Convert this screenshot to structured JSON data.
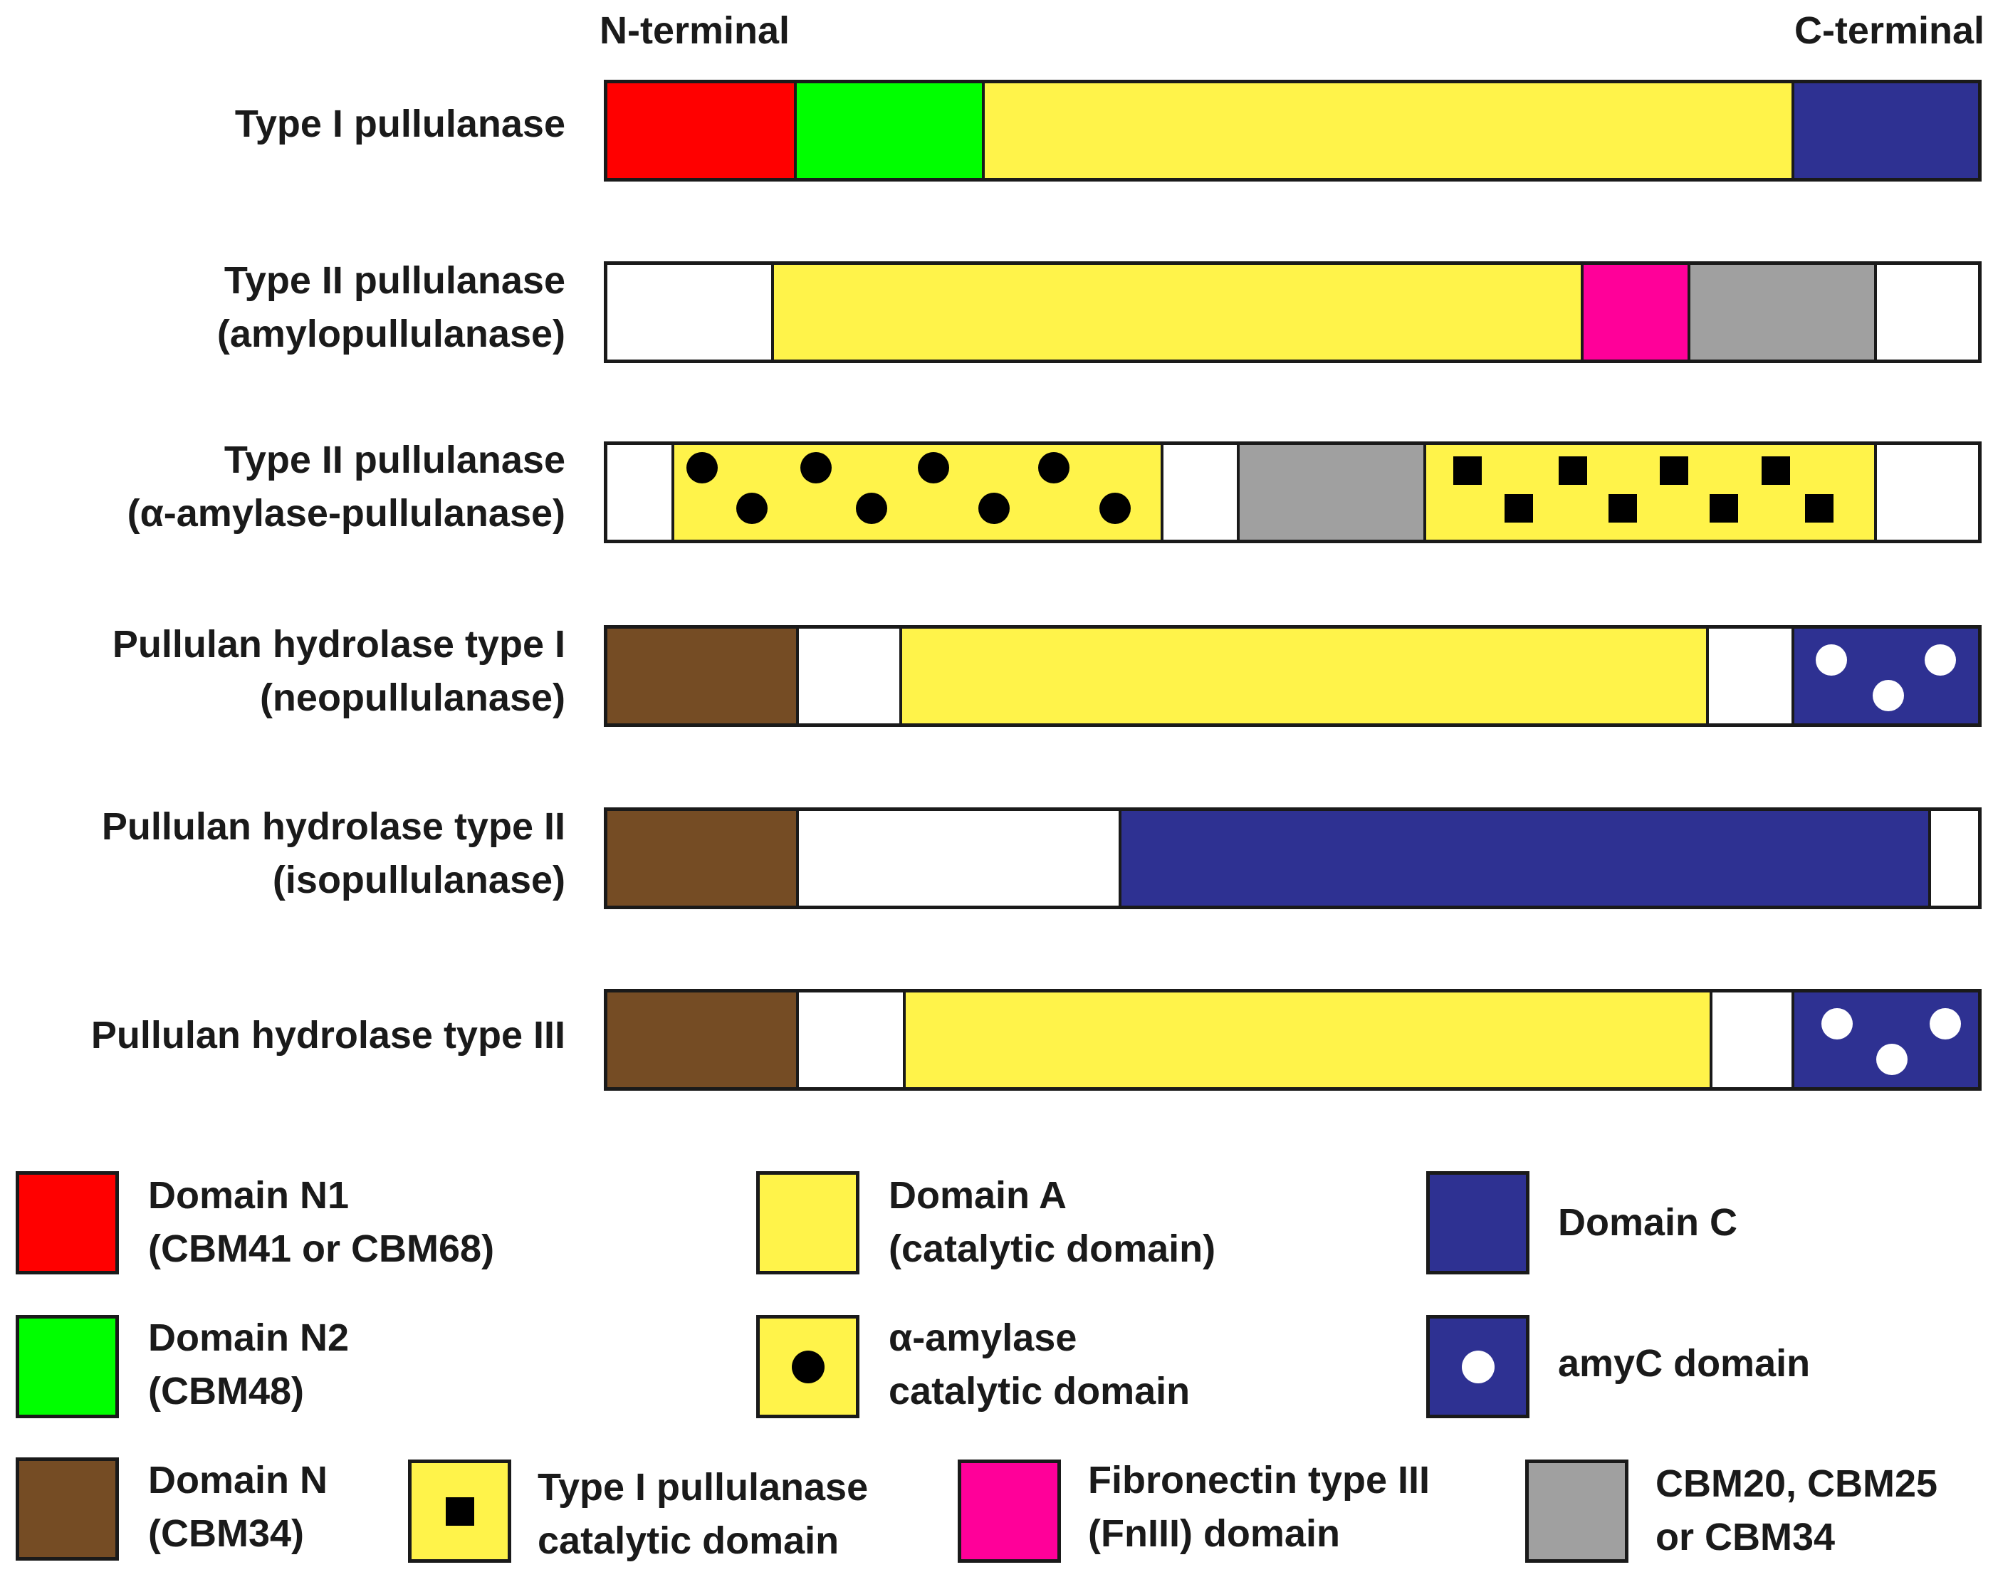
{
  "terminals": {
    "n": "N-terminal",
    "c": "C-terminal"
  },
  "colors": {
    "n1": "#ff0000",
    "n2": "#00ff00",
    "a": "#fff34a",
    "c": "#2e3192",
    "n": "#754c24",
    "fn3": "#ff0099",
    "cbm": "#a0a0a0",
    "blank": "#ffffff"
  },
  "rows": [
    {
      "line1": "Type I pullulanase",
      "line2": ""
    },
    {
      "line1": "Type II pullulanase",
      "line2": "(amylopullulanase)"
    },
    {
      "line1": "Type II pullulanase",
      "line2": "(α-amylase-pullulanase)"
    },
    {
      "line1": "Pullulan hydrolase type I",
      "line2": "(neopullulanase)"
    },
    {
      "line1": "Pullulan hydrolase type II",
      "line2": "(isopullulanase)"
    },
    {
      "line1": "Pullulan hydrolase type III",
      "line2": ""
    }
  ],
  "legend": {
    "n1": {
      "line1": "Domain N1",
      "line2": "(CBM41 or CBM68)"
    },
    "a": {
      "line1": "Domain A",
      "line2": "(catalytic domain)"
    },
    "c": {
      "line1": "Domain C"
    },
    "n2": {
      "line1": "Domain N2",
      "line2": "(CBM48)"
    },
    "amy": {
      "line1": "α-amylase",
      "line2": "catalytic domain"
    },
    "amyc": {
      "line1": "amyC domain"
    },
    "n": {
      "line1": "Domain N",
      "line2": "(CBM34)"
    },
    "pul": {
      "line1": "Type I pullulanase",
      "line2": "catalytic domain"
    },
    "fn3": {
      "line1": "Fibronectin type III",
      "line2": "(FnIII) domain"
    },
    "cbm": {
      "line1": "CBM20, CBM25",
      "line2": "or CBM34"
    }
  }
}
